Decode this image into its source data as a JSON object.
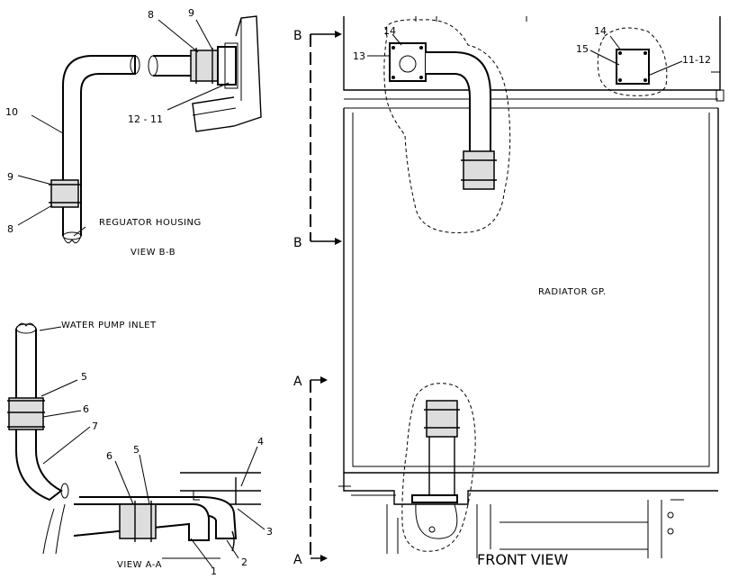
{
  "view_bb": {
    "title": "VIEW B-B",
    "housing_label": "REGUATOR HOUSING",
    "callouts": {
      "c8_top": "8",
      "c9_top": "9",
      "c10": "10",
      "c12_11": "12 - 11",
      "c9_left": "9",
      "c8_left": "8"
    }
  },
  "view_aa": {
    "title": "VIEW A-A",
    "inlet_label": "WATER PUMP INLET",
    "callouts": {
      "c5_upper": "5",
      "c6_upper": "6",
      "c7": "7",
      "c6_lower": "6",
      "c5_lower": "5",
      "c4": "4",
      "c3": "3",
      "c2": "2",
      "c1": "1"
    }
  },
  "front_view": {
    "title": "FRONT VIEW",
    "radiator_label": "RADIATOR GP.",
    "section_marks": {
      "b_top": "B",
      "b_bottom": "B",
      "a_top": "A",
      "a_bottom": "A"
    },
    "callouts": {
      "c14_left": "14",
      "c13": "13",
      "c14_right": "14",
      "c15": "15",
      "c11_12": "11-12"
    }
  }
}
